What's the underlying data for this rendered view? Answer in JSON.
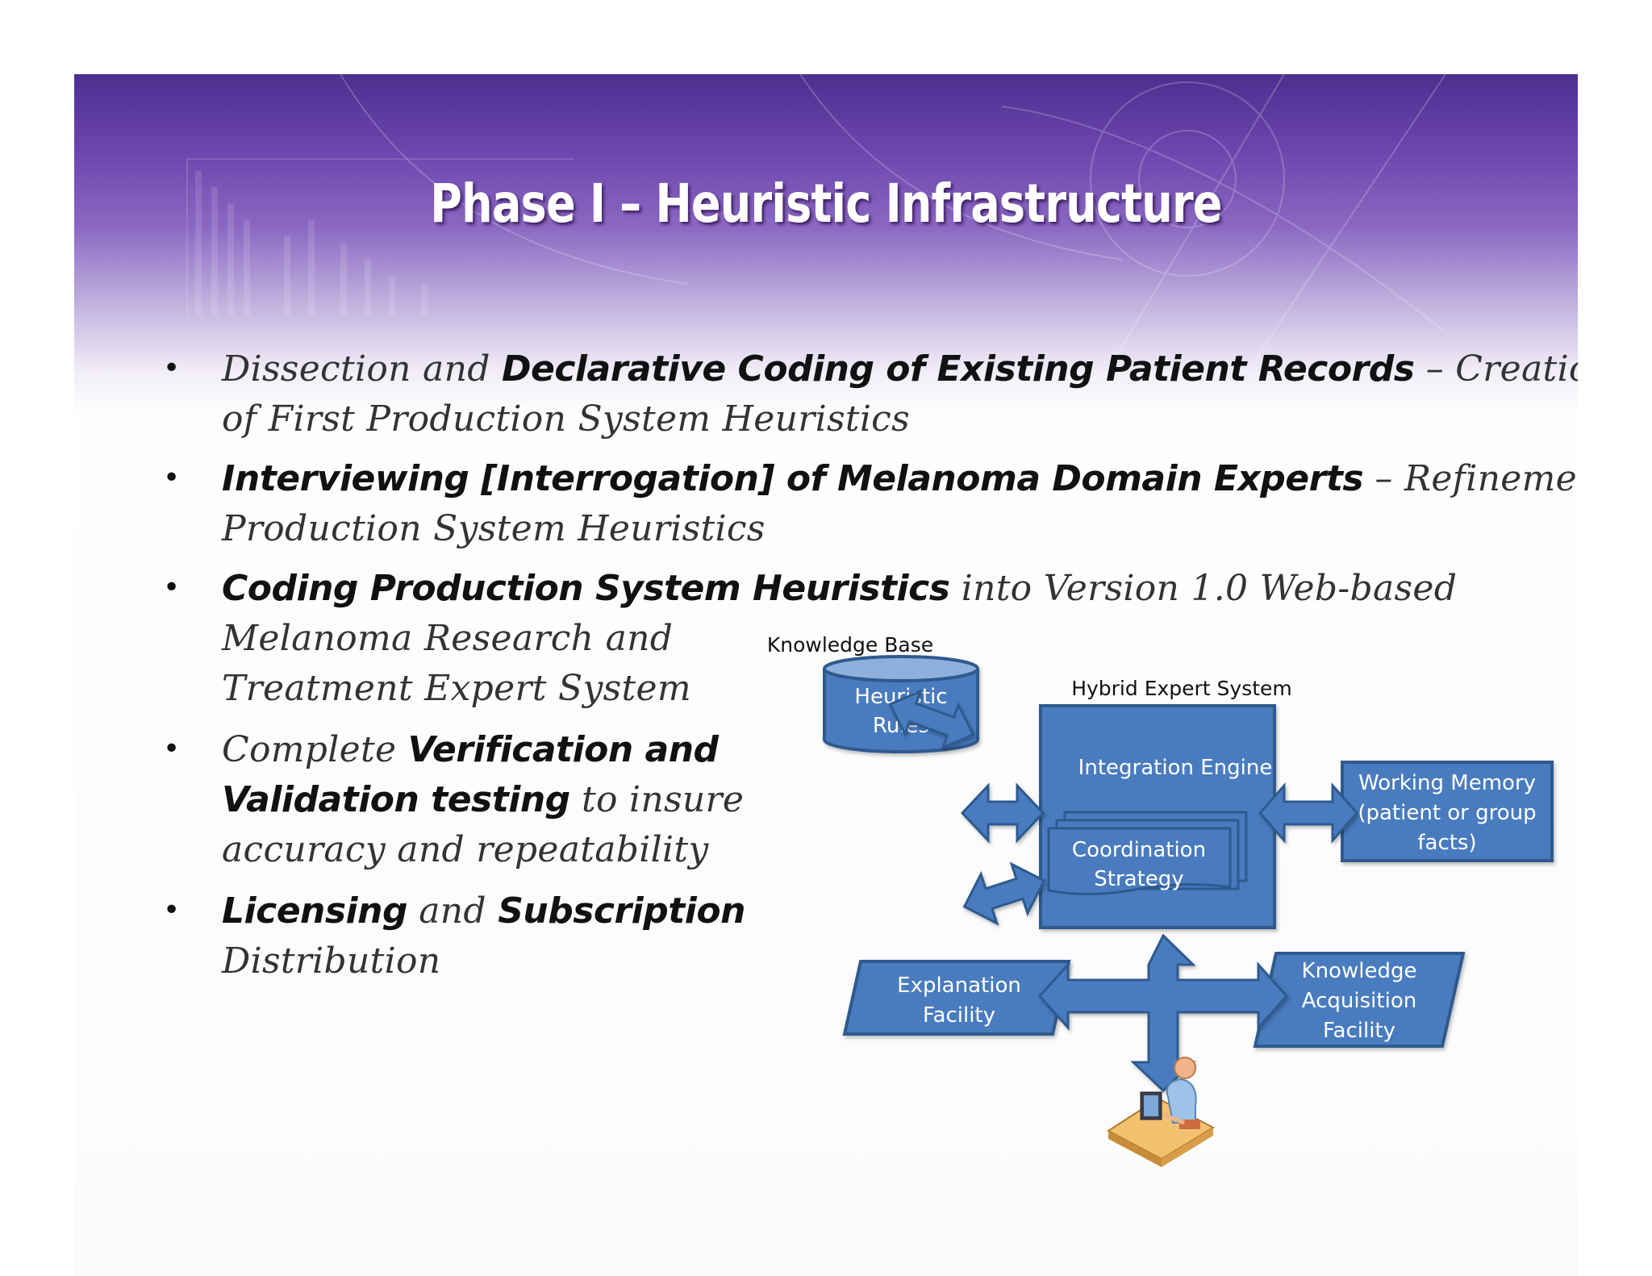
{
  "slide": {
    "title": "Phase I – Heuristic Infrastructure"
  },
  "bullets": [
    {
      "lines": [
        [
          {
            "t": "Dissection and ",
            "b": false
          },
          {
            "t": "Declarative Coding of Existing Patient Records",
            "b": true
          },
          {
            "t": " – Creation",
            "b": false
          }
        ],
        [
          {
            "t": "of First Production System Heuristics",
            "b": false
          }
        ]
      ]
    },
    {
      "lines": [
        [
          {
            "t": "Interviewing [Interrogation] of Melanoma Domain Experts",
            "b": true
          },
          {
            "t": " – Refinement of",
            "b": false
          }
        ],
        [
          {
            "t": "Production System Heuristics",
            "b": false
          }
        ]
      ]
    },
    {
      "lines": [
        [
          {
            "t": "Coding Production System Heuristics",
            "b": true
          },
          {
            "t": " into Version 1.0 Web-based",
            "b": false
          }
        ],
        [
          {
            "t": "Melanoma Research and",
            "b": false
          }
        ],
        [
          {
            "t": "Treatment Expert System",
            "b": false
          }
        ]
      ]
    },
    {
      "lines": [
        [
          {
            "t": "Complete ",
            "b": false
          },
          {
            "t": "Verification and",
            "b": true
          }
        ],
        [
          {
            "t": "Validation testing",
            "b": true
          },
          {
            "t": " to insure",
            "b": false
          }
        ],
        [
          {
            "t": "accuracy and repeatability",
            "b": false
          }
        ]
      ]
    },
    {
      "lines": [
        [
          {
            "t": "Licensing",
            "b": true
          },
          {
            "t": " and ",
            "b": false
          },
          {
            "t": "Subscription",
            "b": true
          }
        ],
        [
          {
            "t": "Distribution",
            "b": false
          }
        ]
      ]
    }
  ],
  "diagram": {
    "knowledge_base_label": "Knowledge Base",
    "heuristic_rules": [
      "Heuristic",
      "Rules"
    ],
    "hybrid_label": "Hybrid Expert System",
    "integration_engine": "Integration Engine",
    "coordination_strategy": [
      "Coordination",
      "Strategy"
    ],
    "working_memory": [
      "Working Memory",
      "(patient or group",
      "facts)"
    ],
    "explanation_facility": [
      "Explanation",
      "Facility"
    ],
    "knowledge_acquisition": [
      "Knowledge",
      "Acquisition",
      "Facility"
    ],
    "user_icon": "user-at-computer-icon"
  },
  "colors": {
    "box_fill": "#4a7bbf",
    "box_stroke": "#2d5a8e",
    "banner_dark": "#4d2f8f",
    "title_text": "#ffffff"
  }
}
